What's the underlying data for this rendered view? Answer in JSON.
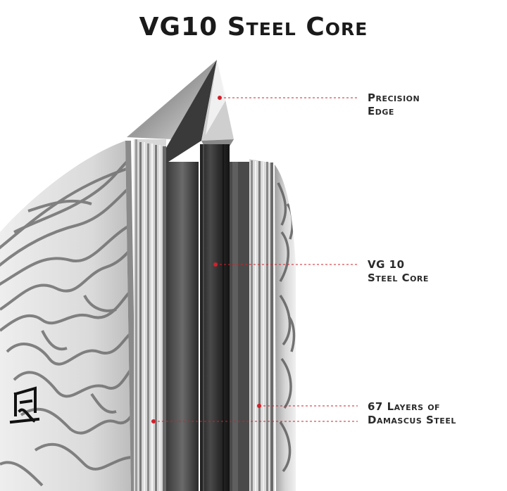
{
  "title": "VG10 Steel Core",
  "callouts": {
    "edge": [
      "Precision",
      "Edge"
    ],
    "core": [
      "VG 10",
      "Steel Core"
    ],
    "layers": [
      "67 Layers of",
      "Damascus Steel"
    ]
  },
  "colors": {
    "leader": "#d2202a",
    "text": "#2a2a2a",
    "steel_dark": "#2b2b2b",
    "steel_light": "#e4e4e4"
  },
  "icons": [
    "maker-logo-icon"
  ]
}
